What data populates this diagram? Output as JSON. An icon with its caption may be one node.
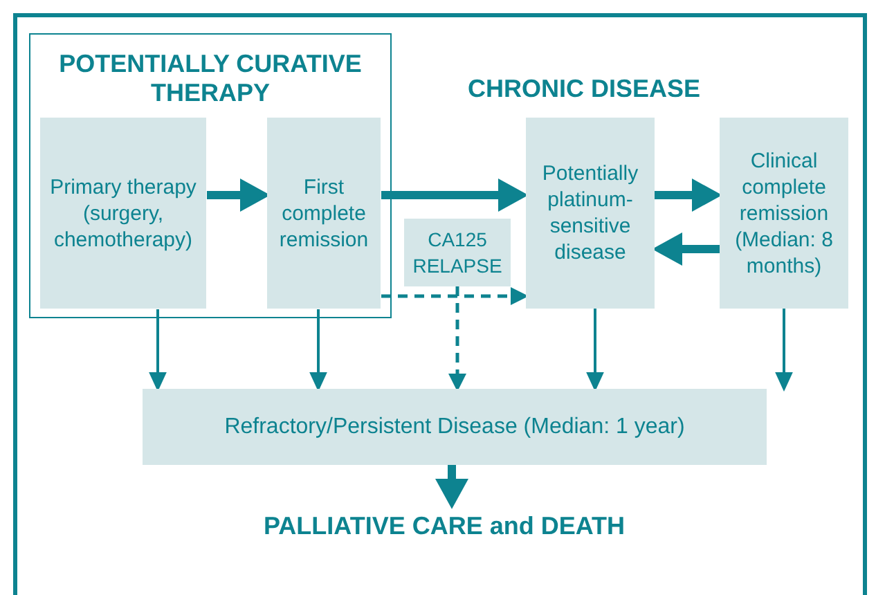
{
  "diagram": {
    "nodes": [
      {
        "text": [
          "POTENTIALLY CURATIVE THERAPY"
        ]
      },
      {
        "text": [
          "Primary therapy (surgery, chemotherapy)"
        ],
        "in": 0
      },
      {
        "text": [
          "First complete remission"
        ],
        "in": 0
      },
      {
        "text": [
          "Potentially platinum-sensitive disease"
        ]
      },
      {
        "text": [
          "Clinical complete remission (Median: 8 months)"
        ]
      },
      {
        "text": [
          "CA125 RELAPSE"
        ]
      },
      {
        "text": [
          "Refractory/Persistent Disease (Median: 1 year)"
        ]
      },
      {
        "text": [
          "PALLIATIVE CARE and DEATH"
        ]
      }
    ],
    "edges": [
      {
        "from": 1,
        "to": 2,
        "arrow": "to",
        "style": "thick"
      },
      {
        "from": 2,
        "to": 3,
        "arrow": "to",
        "style": "thick"
      },
      {
        "from": 3,
        "to": 4,
        "arrow": "to",
        "style": "thick"
      },
      {
        "from": 4,
        "to": 3,
        "arrow": "to",
        "style": "thick"
      },
      {
        "from": 2,
        "to": 3,
        "arrow": "to",
        "style": "dashed"
      },
      {
        "from": 5,
        "to": 6,
        "arrow": "to",
        "style": "dashed"
      },
      {
        "from": 1,
        "to": 6,
        "arrow": "to"
      },
      {
        "from": 2,
        "to": 6,
        "arrow": "to"
      },
      {
        "from": 3,
        "to": 6,
        "arrow": "to"
      },
      {
        "from": 4,
        "to": 6,
        "arrow": "to"
      },
      {
        "from": 6,
        "to": 7,
        "arrow": "to",
        "style": "thick"
      }
    ],
    "labels": [
      "CHRONIC DISEASE"
    ]
  }
}
